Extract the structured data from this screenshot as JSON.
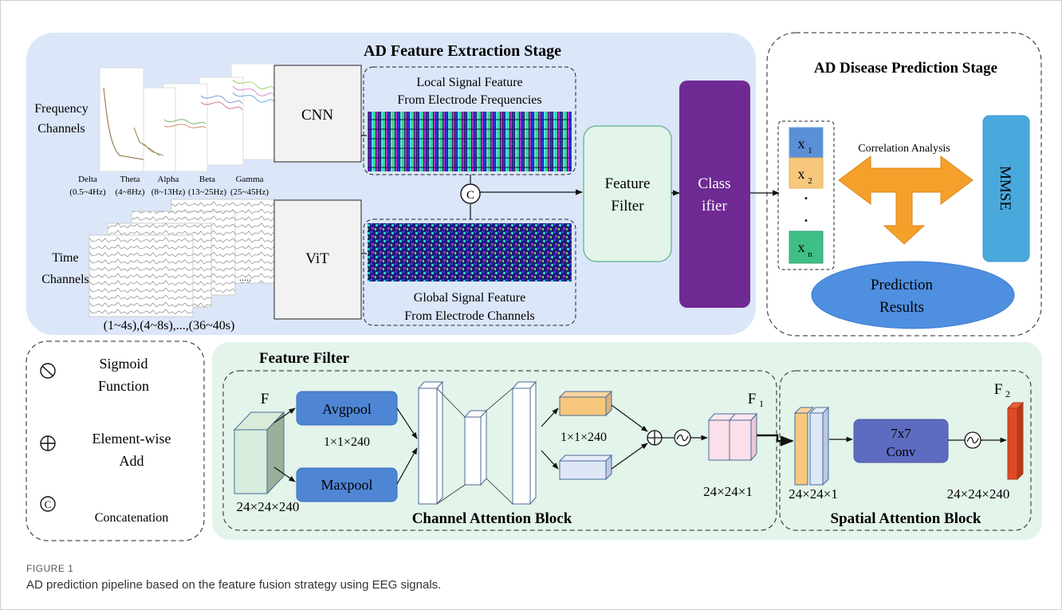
{
  "extraction": {
    "title": "AD Feature Extraction Stage",
    "freq_label": [
      "Frequency",
      "Channels"
    ],
    "time_label": [
      "Time",
      "Channels"
    ],
    "bands": [
      {
        "name": "Delta",
        "range": "(0.5~4Hz)"
      },
      {
        "name": "Theta",
        "range": "(4~8Hz)"
      },
      {
        "name": "Alpha",
        "range": "(8~13Hz)"
      },
      {
        "name": "Beta",
        "range": "(13~25Hz)"
      },
      {
        "name": "Gamma",
        "range": "(25~45Hz)"
      }
    ],
    "windows": "(1~4s),(4~8s),...,(36~40s)",
    "ellipsis": ".....",
    "cnn": "CNN",
    "vit": "ViT",
    "local_feature": [
      "Local Signal Feature",
      "From Electrode Frequencies"
    ],
    "global_feature": [
      "Global Signal Feature",
      "From Electrode Channels"
    ],
    "concat_symbol": "C",
    "feature_filter": [
      "Feature",
      "Filter"
    ],
    "classifier": [
      "Class",
      "ifier"
    ]
  },
  "prediction": {
    "title": "AD Disease Prediction Stage",
    "x1": "x",
    "x1_sub": "1",
    "x2": "x",
    "x2_sub": "2",
    "xn": "x",
    "xn_sub": "n",
    "dot": ".",
    "correlation": "Correlation Analysis",
    "mmse": "MMSE",
    "results": [
      "Prediction",
      "Results"
    ],
    "colors": {
      "x1": "#5b8fd6",
      "x2": "#f7c77c",
      "xn": "#3fbf86",
      "mmse": "#4aa9dc",
      "results": "#4f8fe0",
      "arrow": "#f5a02a"
    }
  },
  "legend": {
    "sigmoid": [
      "Sigmoid",
      "Function"
    ],
    "add": [
      "Element-wise",
      "Add"
    ],
    "concat": "Concatenation"
  },
  "filter_detail": {
    "title": "Feature Filter",
    "f_label": "F",
    "avgpool": "Avgpool",
    "maxpool": "Maxpool",
    "pool_dim": "1×1×240",
    "input_dim": "24×24×240",
    "mlp_dim": "1×1×240",
    "f1": "F",
    "f1_sub": "1",
    "f1_dim": "24×24×1",
    "channel_block": "Channel Attention Block",
    "spatial_in_dim": "24×24×1",
    "conv": [
      "7x7",
      "Conv"
    ],
    "f2": "F",
    "f2_sub": "2",
    "f2_dim": "24×24×240",
    "spatial_block": "Spatial Attention Block"
  },
  "caption": {
    "label": "FIGURE 1",
    "text": "AD prediction pipeline based on the feature fusion strategy using EEG signals."
  }
}
